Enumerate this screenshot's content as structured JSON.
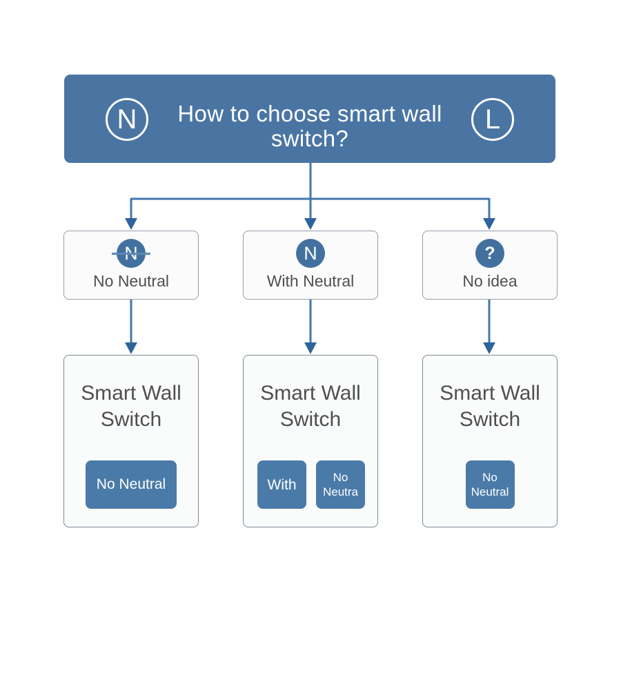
{
  "header": {
    "title": "How to choose smart wall switch?",
    "left_badge": "N",
    "right_badge": "L",
    "bg_color": "#4a75a3",
    "text_color": "#ffffff"
  },
  "colors": {
    "connector_line": "#4176ab",
    "connector_arrowhead": "#2e639b",
    "icon_circle_fill": "#42719f",
    "button_fill": "#4a7aa8",
    "option_box_fill": "#fbfbfc",
    "option_box_border": "#939da6",
    "result_box_fill": "#fafbfb",
    "result_box_border": "#7e8a95",
    "label_text": "#4f4f4f"
  },
  "options": [
    {
      "icon": "N",
      "icon_strikethrough": true,
      "label": "No Neutral"
    },
    {
      "icon": "N",
      "icon_strikethrough": false,
      "label": "With Neutral"
    },
    {
      "icon": "?",
      "icon_strikethrough": false,
      "label": "No idea"
    }
  ],
  "results": [
    {
      "title": "Smart Wall Switch",
      "buttons": [
        "No Neutral"
      ]
    },
    {
      "title": "Smart Wall Switch",
      "buttons": [
        "With",
        "No Neutra"
      ]
    },
    {
      "title": "Smart Wall Switch",
      "buttons": [
        "No Neutral"
      ]
    }
  ]
}
